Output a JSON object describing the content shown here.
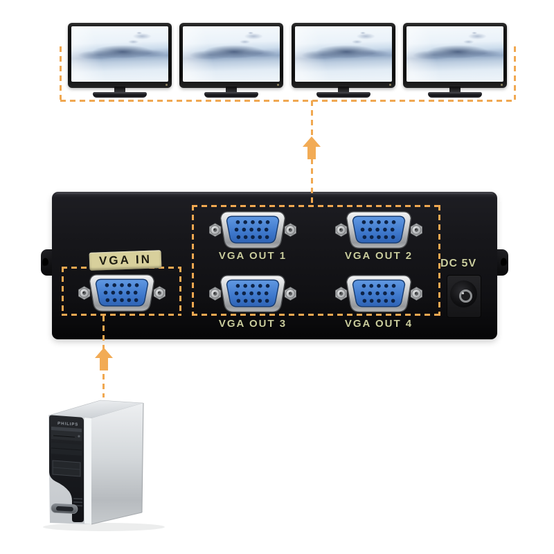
{
  "monitors": {
    "count": 4
  },
  "connections": {
    "top_bracket": "monitors-to-splitter",
    "bottom_link": "pc-to-vga-in",
    "arrow_direction": "up"
  },
  "device": {
    "vga_in_label": "VGA IN",
    "vga_out_labels": [
      "VGA OUT 1",
      "VGA OUT 2",
      "VGA OUT 3",
      "VGA OUT 4"
    ],
    "power_label": "DC 5V",
    "ports": {
      "inputs": 1,
      "outputs": 4
    }
  },
  "pc": {
    "brand_label": "PHILIPS"
  },
  "colors": {
    "dash": "#f0a851",
    "arrow": "#f2ab55",
    "label": "#c9cc9d",
    "badge": "#d8d09c",
    "port_blue": "#3e78cc",
    "device_body": "#141417"
  }
}
